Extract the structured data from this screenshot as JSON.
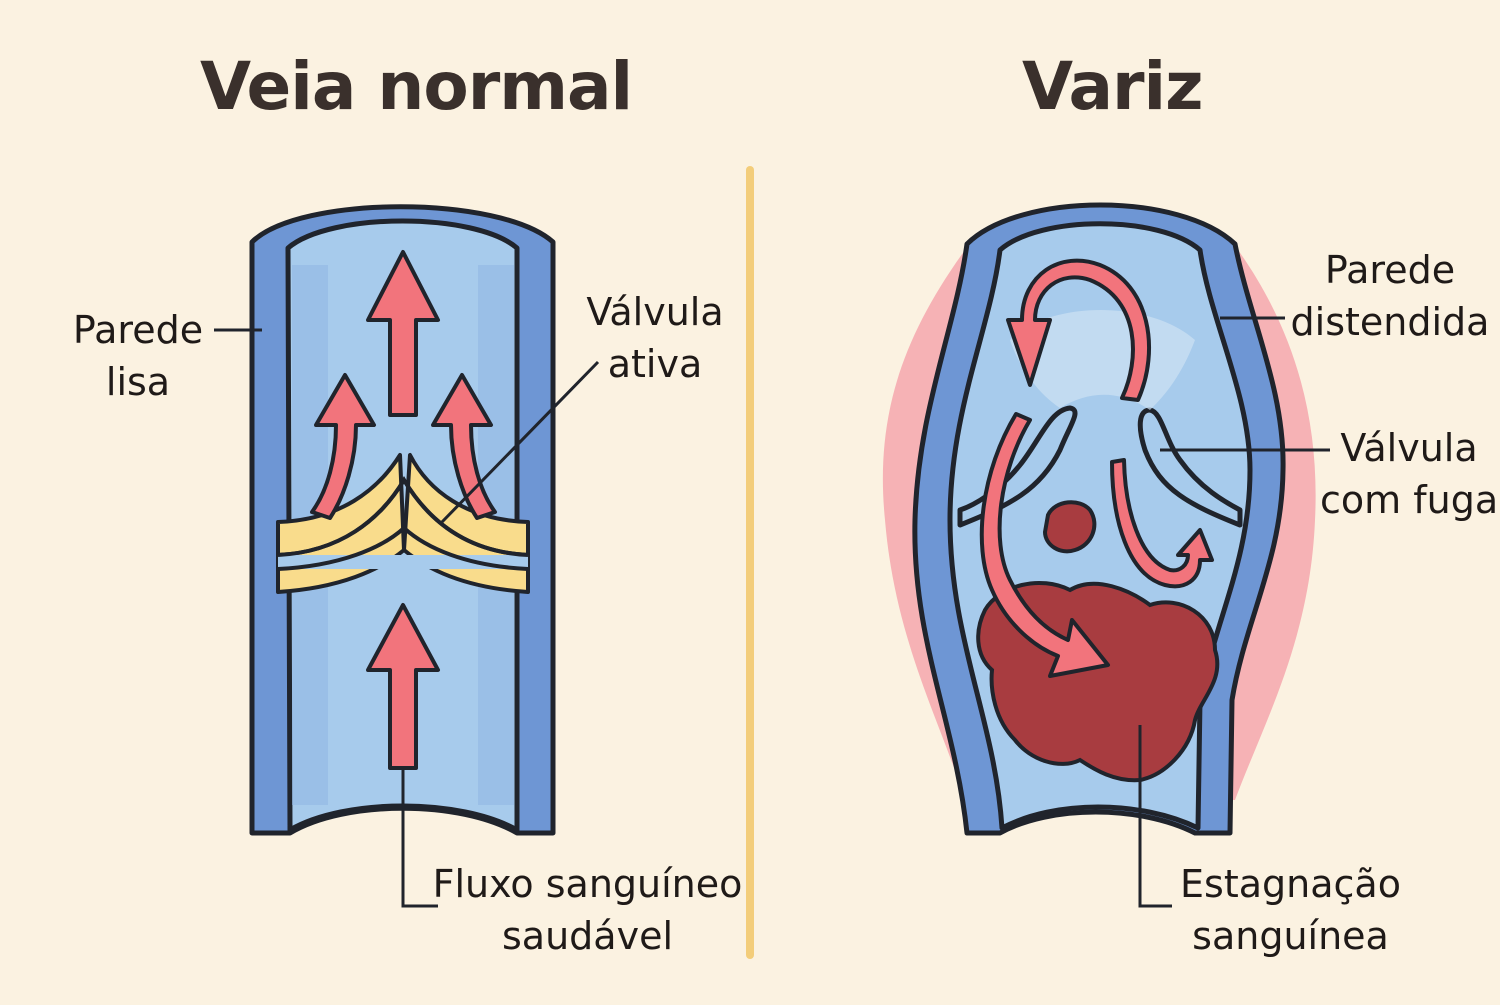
{
  "panels": {
    "normal": {
      "title": "Veia normal",
      "labels": {
        "wall": [
          "Parede",
          "lisa"
        ],
        "valve": [
          "Válvula",
          "ativa"
        ],
        "flow": [
          "Fluxo sanguíneo",
          "saudável"
        ]
      }
    },
    "varicose": {
      "title": "Variz",
      "labels": {
        "wall": [
          "Parede",
          "distendida"
        ],
        "valve": [
          "Válvula",
          "com fuga"
        ],
        "stagnation": [
          "Estagnação",
          "sanguínea"
        ]
      }
    }
  },
  "colors": {
    "background": "#fbf2e1",
    "vein_wall": "#6e96d4",
    "vein_lumen": "#a7cbec",
    "outline": "#20242c",
    "valve_fill": "#f9dc8c",
    "flow_arrow": "#f2747c",
    "inflamed_halo": "#f28f9c",
    "pooled_blood": "#a83c40",
    "divider": "#f3cd7a"
  }
}
